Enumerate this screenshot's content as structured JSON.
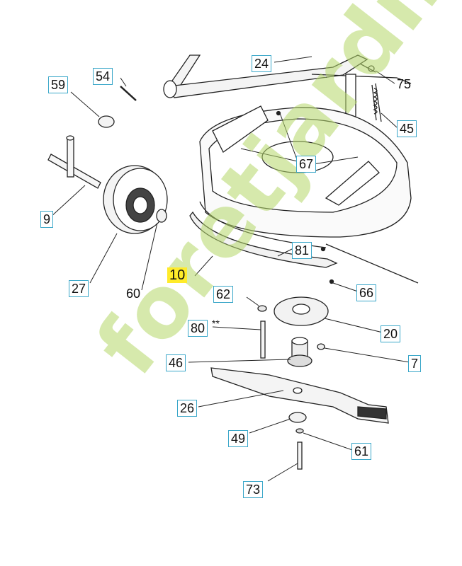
{
  "watermark": {
    "text": "foretjardin.com",
    "color": "#b5d86a",
    "accent": "#f5a623"
  },
  "colors": {
    "label_border": "#3aa7c9",
    "highlight": "#ffeb2a"
  },
  "labels": {
    "p24": "24",
    "p75": "75",
    "p54": "54",
    "p59": "59",
    "p45": "45",
    "p67": "67",
    "p9": "9",
    "p27": "27",
    "p60": "60",
    "p81": "81",
    "p10": "10",
    "p66": "66",
    "p62": "62",
    "p80": "80",
    "p80_note": "**",
    "p20": "20",
    "p7": "7",
    "p46": "46",
    "p26": "26",
    "p49": "49",
    "p61": "61",
    "p73": "73"
  }
}
